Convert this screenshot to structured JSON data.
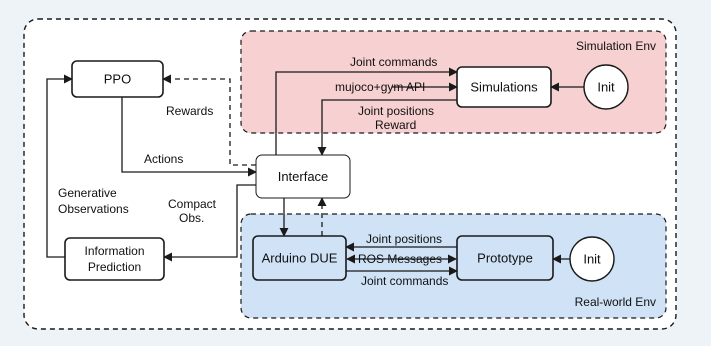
{
  "colors": {
    "background": "#eef3f8",
    "sim_panel": "#f7d1d1",
    "real_panel": "#cfe2f6",
    "box_fill": "#ffffff",
    "stroke": "#1a1a1a"
  },
  "regions": {
    "sim_env": {
      "label": "Simulation Env"
    },
    "real_env": {
      "label": "Real-world Env"
    }
  },
  "nodes": {
    "ppo": "PPO",
    "interface": "Interface",
    "simulations": "Simulations",
    "init_sim": "Init",
    "arduino": "Arduino DUE",
    "prototype": "Prototype",
    "init_real": "Init",
    "info_pred": {
      "line1": "Information",
      "line2": "Prediction"
    }
  },
  "edge_labels": {
    "joint_commands_sim": "Joint commands",
    "mujoco_api": "mujoco+gym API",
    "joint_positions_sim": "Joint positions",
    "reward_sim": "Reward",
    "rewards": "Rewards",
    "actions": "Actions",
    "generative_obs": {
      "line1": "Generative",
      "line2": "Observations"
    },
    "compact_obs": {
      "line1": "Compact",
      "line2": "Obs."
    },
    "joint_positions_real": "Joint positions",
    "ros_messages": "ROS Messages",
    "joint_commands_real": "Joint commands"
  }
}
